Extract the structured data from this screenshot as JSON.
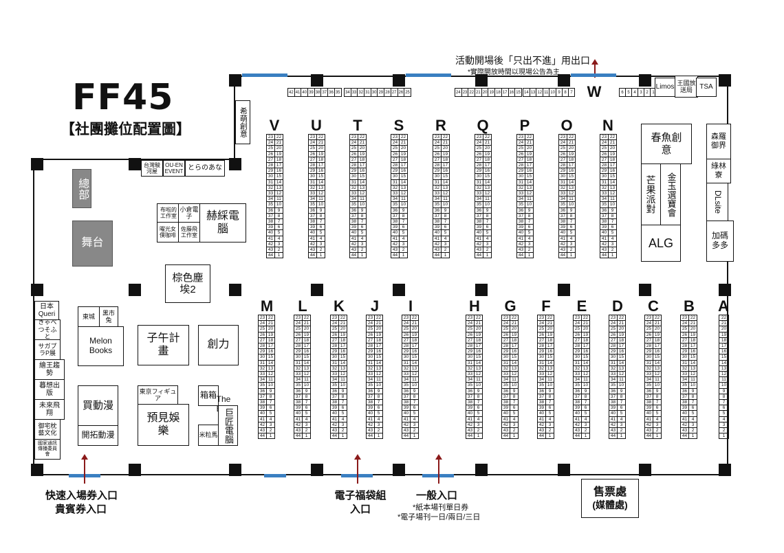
{
  "title": {
    "main": "FF45",
    "sub": "【社團攤位配置圖】"
  },
  "exit_note": {
    "line1": "活動開場後「只出不進」用出口",
    "line2": "*實際開放時間以現場公告為主"
  },
  "rows": {
    "upper": [
      "V",
      "U",
      "T",
      "S",
      "R",
      "Q",
      "P",
      "O",
      "N"
    ],
    "lower": [
      "M",
      "L",
      "K",
      "J",
      "I",
      "H",
      "G",
      "F",
      "E",
      "D",
      "C",
      "B"
    ],
    "a_row": "A",
    "w_row": "W"
  },
  "booth_pairs": [
    [
      "23",
      "22"
    ],
    [
      "24",
      "21"
    ],
    [
      "25",
      "20"
    ],
    [
      "26",
      "19"
    ],
    [
      "27",
      "18"
    ],
    [
      "28",
      "17"
    ],
    [
      "29",
      "16"
    ],
    [
      "30",
      "15"
    ],
    [
      "31",
      "14"
    ],
    [
      "32",
      "13"
    ],
    [
      "33",
      "12"
    ],
    [
      "34",
      "11"
    ],
    [
      "35",
      "10"
    ],
    [
      "36",
      "9"
    ],
    [
      "37",
      "8"
    ],
    [
      "38",
      "7"
    ],
    [
      "39",
      "6"
    ],
    [
      "40",
      "5"
    ],
    [
      "41",
      "4"
    ],
    [
      "42",
      "3"
    ],
    [
      "43",
      "2"
    ],
    [
      "44",
      "1"
    ]
  ],
  "a_booths": [
    "22",
    "21",
    "20",
    "19",
    "18",
    "17",
    "16",
    "15",
    "14",
    "13",
    "12",
    "11",
    "10",
    "9",
    "8",
    "7",
    "6",
    "5",
    "4",
    "3",
    "2",
    "1"
  ],
  "top_strips": {
    "s1": [
      "42",
      "41",
      "40",
      "39",
      "38",
      "37",
      "36",
      "35"
    ],
    "s2": [
      "34",
      "33",
      "32",
      "31",
      "30",
      "29",
      "28",
      "27",
      "26",
      "25"
    ],
    "s3": [
      "24",
      "23",
      "22",
      "21",
      "20",
      "19",
      "18",
      "17",
      "16",
      "15"
    ],
    "s4": [
      "14",
      "13",
      "12",
      "11",
      "10",
      "9",
      "8",
      "7"
    ],
    "s5": [
      "6",
      "5",
      "4",
      "3",
      "2",
      "1"
    ]
  },
  "labels": {
    "xi_meng": "希萌創意",
    "taiwan": "台灣駿河屋",
    "ouen": "OU-EN EVENT",
    "torano": "とらのあな",
    "hq": "總部",
    "stage": "舞台",
    "buliao": "布啦的工作室",
    "xiaocang": "小倉電子",
    "yaoguang": "曜光女僕咖啡",
    "zuoteng": "佐藤飛工作室",
    "hecai": "赫綵電腦",
    "zongse": "棕色塵埃2",
    "dongcheng": "東城",
    "heishi": "黑市兔",
    "melon": "Melon Books",
    "ziwu": "子午計畫",
    "chuangli": "創力",
    "maidongman": "買動漫",
    "kaituo": "開拓動漫",
    "tokyo": "東京フィギュア",
    "yujian": "預見娛樂",
    "xiangxiang": "箱箱",
    "thebox": "The Box",
    "mililma": "米粒馬",
    "jujiang": "巨匠電腦",
    "chunyu": "春魚創意",
    "mangguo": "芒果派對",
    "jinyu": "金玉選寶會",
    "alg": "ALG",
    "limos": "Limos",
    "wangguo": "王國放送局",
    "tsa": "TSA",
    "senluo": "森羅御界",
    "lulin": "綠林寮",
    "dlsite": "DLsite",
    "jiama": "加碼多多",
    "riben": "日本Queri",
    "kyabetsu": "きゃべつそふと",
    "sagapura": "サガプラP展",
    "huishou": "繪王趨勢",
    "muxiang": "暮想出版",
    "weilai": "未來飛翔",
    "yuzhai": "御宅枕藝文化",
    "guojia": "國家通訊傳播委員會"
  },
  "entrances": {
    "fast": "快速入場券入口",
    "vip": "貴賓券入口",
    "fukubukuro": "電子福袋組入口",
    "general": "一般入口",
    "note1": "*紙本場刊單日券",
    "note2": "*電子場刊一日/兩日/三日",
    "ticket": "售票處",
    "media": "(媒體處)"
  },
  "colors": {
    "door": "#3a7fc1",
    "arrow": "#8b1a1a",
    "gray_booth": "#888888"
  }
}
